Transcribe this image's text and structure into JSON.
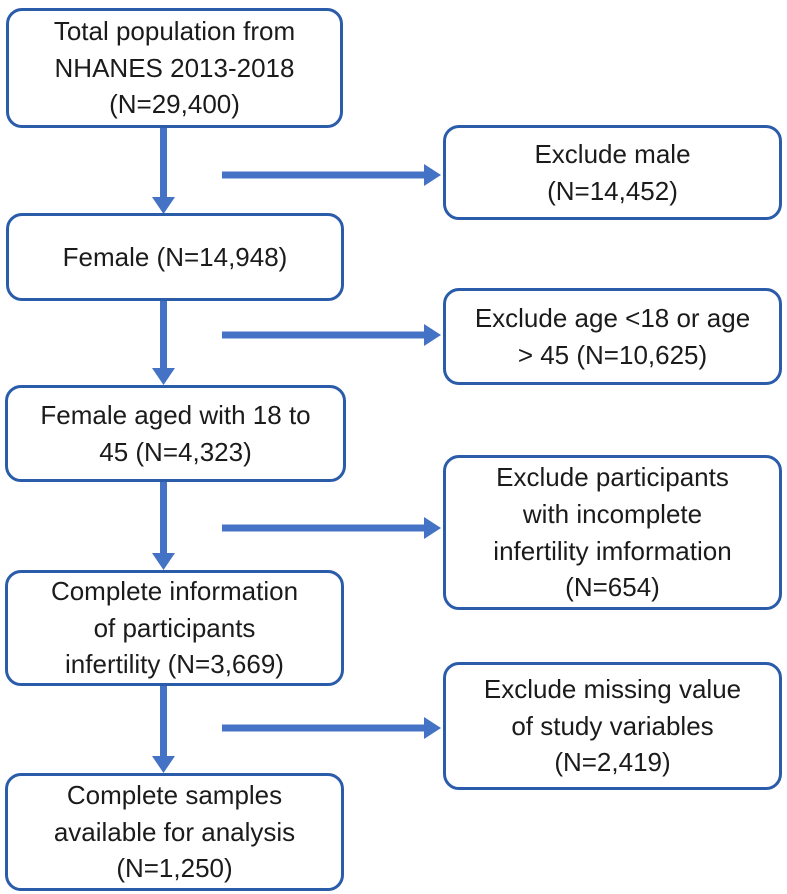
{
  "colors": {
    "box_border": "#2a5caa",
    "arrow": "#4472c4",
    "text": "#1b1b1b",
    "background": "#ffffff"
  },
  "flowchart": {
    "type": "participant-selection-flow-diagram",
    "main_boxes": [
      {
        "label": "Total population from\nNHANES 2013-2018\n(N=29,400)",
        "n": 29400
      },
      {
        "label": "Female (N=14,948)",
        "n": 14948
      },
      {
        "label": "Female aged with 18 to\n45 (N=4,323)",
        "n": 4323
      },
      {
        "label": "Complete information\nof participants\ninfertility (N=3,669)",
        "n": 3669
      },
      {
        "label": "Complete samples\navailable for analysis\n(N=1,250)",
        "n": 1250
      }
    ],
    "exclusion_boxes": [
      {
        "label": "Exclude male\n(N=14,452)",
        "n": 14452
      },
      {
        "label": "Exclude age <18 or age\n> 45 (N=10,625)",
        "n": 10625
      },
      {
        "label": "Exclude participants\nwith incomplete\ninfertility imformation\n(N=654)",
        "n": 654
      },
      {
        "label": "Exclude missing value\nof study variables\n(N=2,419)",
        "n": 2419
      }
    ]
  }
}
